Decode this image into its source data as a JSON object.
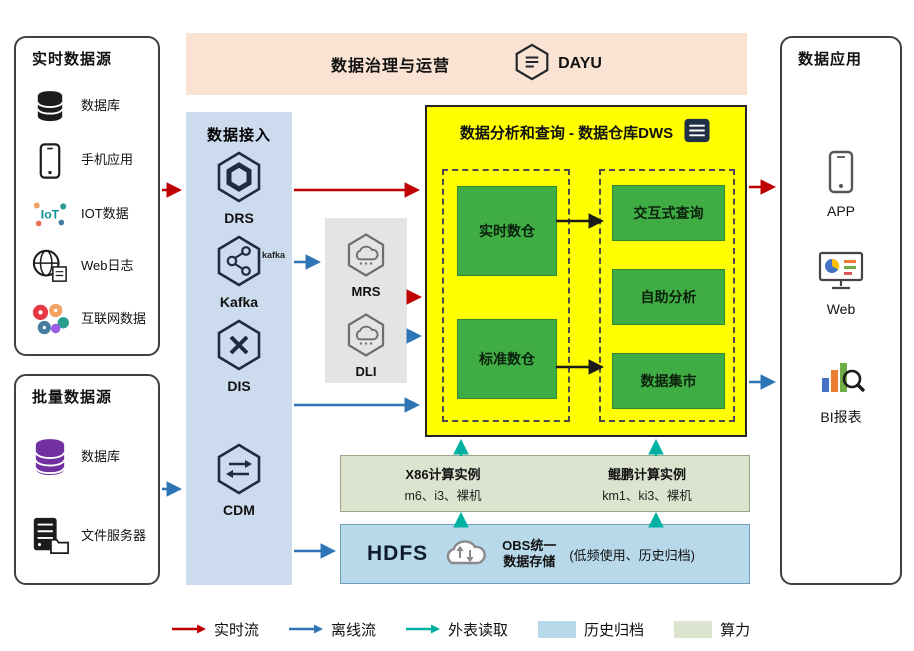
{
  "banner": {
    "title": "数据治理与运营",
    "service": "DAYU"
  },
  "realtime": {
    "title": "实时数据源",
    "items": [
      {
        "label": "数据库",
        "icon": "database-icon"
      },
      {
        "label": "手机应用",
        "icon": "phone-icon"
      },
      {
        "label": "IOT数据",
        "icon": "iot-icon"
      },
      {
        "label": "Web日志",
        "icon": "web-globe-icon"
      },
      {
        "label": "互联网数据",
        "icon": "internet-bubbles-icon"
      }
    ]
  },
  "batch": {
    "title": "批量数据源",
    "items": [
      {
        "label": "数据库",
        "icon": "purple-database-icon"
      },
      {
        "label": "文件服务器",
        "icon": "file-server-icon"
      }
    ]
  },
  "ingestion": {
    "title": "数据接入",
    "services": [
      {
        "label": "DRS",
        "icon": "drs-hexagon-icon"
      },
      {
        "label": "Kafka",
        "icon": "kafka-hexagon-icon",
        "logo_text": "kafka"
      },
      {
        "label": "DIS",
        "icon": "dis-hexagon-icon"
      },
      {
        "label": "CDM",
        "icon": "cdm-hexagon-icon"
      }
    ]
  },
  "processing": {
    "services": [
      {
        "label": "MRS",
        "icon": "mrs-hexagon-icon"
      },
      {
        "label": "DLI",
        "icon": "dli-hexagon-icon"
      }
    ]
  },
  "dws": {
    "title": "数据分析和查询 - 数据仓库DWS",
    "left_modules": [
      {
        "label": "实时数仓"
      },
      {
        "label": "标准数仓"
      }
    ],
    "right_modules": [
      {
        "label": "交互式查询"
      },
      {
        "label": "自助分析"
      },
      {
        "label": "数据集市"
      }
    ]
  },
  "apps": {
    "title": "数据应用",
    "items": [
      {
        "label": "APP",
        "icon": "app-phone-icon"
      },
      {
        "label": "Web",
        "icon": "web-monitor-icon"
      },
      {
        "label": "BI报表",
        "icon": "bi-report-icon"
      }
    ]
  },
  "compute": {
    "columns": [
      {
        "title": "X86计算实例",
        "subtitle": "m6、i3、裸机"
      },
      {
        "title": "鲲鹏计算实例",
        "subtitle": "km1、ki3、裸机"
      }
    ]
  },
  "storage": {
    "title": "HDFS",
    "obs_line1": "OBS统一",
    "obs_line2": "数据存储",
    "note": "(低频使用、历史归档)"
  },
  "legend": {
    "items": [
      {
        "label": "实时流",
        "type": "arrow",
        "color": "#c00000"
      },
      {
        "label": "离线流",
        "type": "arrow",
        "color": "#2e75b6"
      },
      {
        "label": "外表读取",
        "type": "arrow",
        "color": "#00b0a0"
      },
      {
        "label": "历史归档",
        "type": "swatch",
        "color": "#b7d9ea"
      },
      {
        "label": "算力",
        "type": "swatch",
        "color": "#dce4cf"
      }
    ]
  }
}
